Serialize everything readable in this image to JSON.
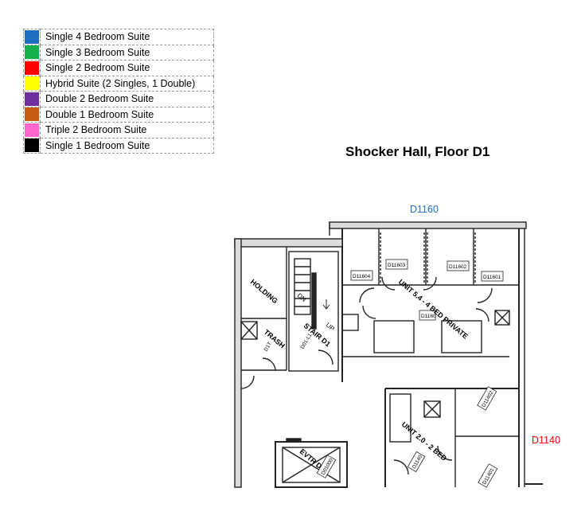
{
  "legend": [
    {
      "label": "Single 4 Bedroom Suite",
      "color": "#1F6FC5"
    },
    {
      "label": "Single 3 Bedroom Suite",
      "color": "#14B14B"
    },
    {
      "label": "Single 2 Bedroom Suite",
      "color": "#FF0000"
    },
    {
      "label": "Hybrid Suite (2 Singles, 1 Double)",
      "color": "#FFFF00"
    },
    {
      "label": "Double 2 Bedroom Suite",
      "color": "#7030A0"
    },
    {
      "label": "Double 1 Bedroom Suite",
      "color": "#C55A11"
    },
    {
      "label": "Triple 2 Bedroom Suite",
      "color": "#FF66CC"
    },
    {
      "label": "Single 1 Bedroom Suite",
      "color": "#000000"
    }
  ],
  "title": "Shocker Hall, Floor D1",
  "units": {
    "d1160": {
      "label": "D1160",
      "color": "#1F6FC5"
    },
    "d1140": {
      "label": "D1140",
      "color": "#FF0000"
    }
  },
  "plan": {
    "room_tags": {
      "d11604": "D11604",
      "d11603": "D11603",
      "d11602": "D11602",
      "d11601": "D11601",
      "d1160": "D1160",
      "d11402": "D11402",
      "d11401": "D11401",
      "d1140": "D1140",
      "d01_l1": "D01-L1",
      "d1000": "D01000"
    },
    "labels": {
      "holding": "HOLDING",
      "trash": "TRASH",
      "trash_tag": "D1T",
      "stair": "STAIR D1",
      "dn": "DN",
      "up": "UP",
      "unit_54": "UNIT 5.4 - 4 BED PRIVATE",
      "unit_20": "UNIT 2.0 - 2 BED",
      "elevator": "EVTR D"
    }
  }
}
